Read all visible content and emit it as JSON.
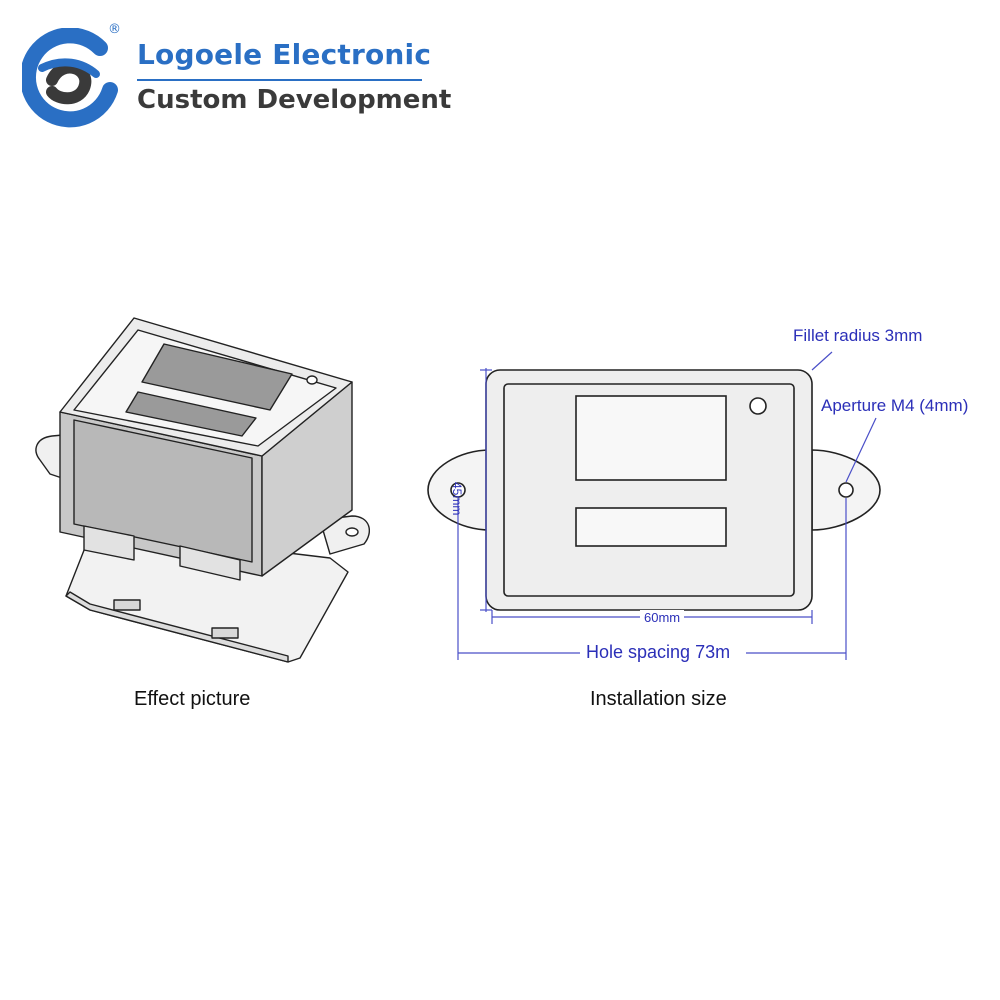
{
  "brand": {
    "registered_mark": "®",
    "line1": "Logoele Electronic",
    "line2": "Custom Development",
    "color_blue": "#2a6fc4",
    "color_dark": "#3a3a3a"
  },
  "captions": {
    "left": "Effect picture",
    "right": "Installation size"
  },
  "diagram": {
    "fillet_label": "Fillet radius 3mm",
    "aperture_label": "Aperture M4 (4mm)",
    "height_label": "45mm",
    "width_label": "60mm",
    "hole_spacing_label": "Hole spacing 73m",
    "annotation_color": "#2b2fb8",
    "dimension_line_color": "#4a4fc8",
    "outline_color": "#222222",
    "body_fill": "#eeeeee"
  }
}
